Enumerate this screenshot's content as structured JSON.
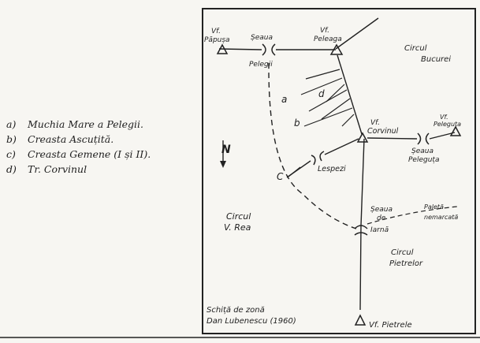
{
  "legend": [
    {
      "key": "a)",
      "text": "Muchia Mare a Pelegii."
    },
    {
      "key": "b)",
      "text": "Creasta Ascuțită."
    },
    {
      "key": "c)",
      "text": "Creasta Gemene (I și II)."
    },
    {
      "key": "d)",
      "text": "Tr. Corvinul"
    }
  ],
  "peaks": {
    "papusa": [
      "Vf.",
      "Păpușa"
    ],
    "peleaga": [
      "Vf.",
      "Peleaga"
    ],
    "corvinul": [
      "Vf.",
      "Corvinul"
    ],
    "peleguta": [
      "Vf.",
      "Peleguța"
    ],
    "pietrele": "Vf. Pietrele"
  },
  "saddles": {
    "pelegii": [
      "Șeaua",
      "Pelegii"
    ],
    "peleguta": [
      "Șeaua",
      "Peleguța"
    ],
    "iarna": [
      "Șeaua",
      "de",
      "Iarnă"
    ]
  },
  "places": {
    "lespezi": "Lespezi",
    "circul_bucurei": [
      "Circul",
      "Bucurei"
    ],
    "circul_vrea": [
      "Circul",
      "V. Rea"
    ],
    "circul_pietrelor": [
      "Circul",
      "Pietrelor"
    ],
    "paleta": [
      "Paletă",
      "nemarcată"
    ]
  },
  "ridge_labels": {
    "a": "a",
    "b": "b",
    "c": "C",
    "d": "d"
  },
  "north": "N",
  "credit": [
    "Schiță de zonă",
    "Dan Lubenescu (1960)"
  ]
}
